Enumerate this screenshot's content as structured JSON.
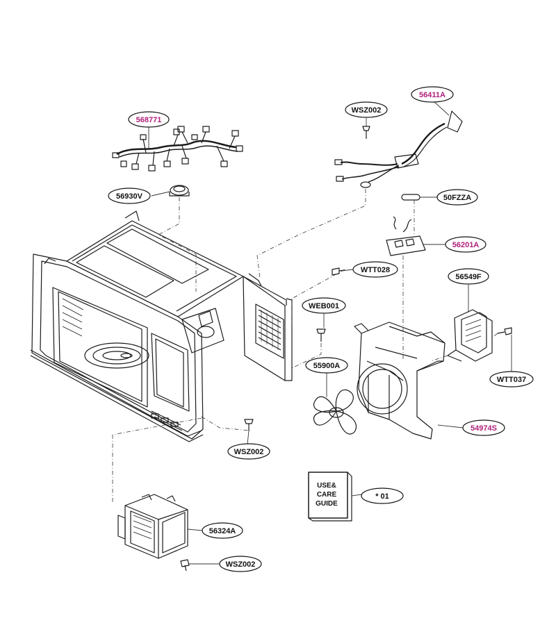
{
  "colors": {
    "line": "#1a1a1a",
    "label_black": "#111111",
    "label_magenta": "#b0207a",
    "leader": "#333333"
  },
  "callouts": [
    {
      "id": "568771",
      "text": "568771",
      "highlight": true
    },
    {
      "id": "56411A",
      "text": "56411A",
      "highlight": true
    },
    {
      "id": "WSZ002_top",
      "text": "WSZ002",
      "highlight": false
    },
    {
      "id": "56930V",
      "text": "56930V",
      "highlight": false
    },
    {
      "id": "50FZZA",
      "text": "50FZZA",
      "highlight": false
    },
    {
      "id": "56201A",
      "text": "56201A",
      "highlight": true
    },
    {
      "id": "WTT028",
      "text": "WTT028",
      "highlight": false
    },
    {
      "id": "56549F",
      "text": "56549F",
      "highlight": false
    },
    {
      "id": "WEB001",
      "text": "WEB001",
      "highlight": false
    },
    {
      "id": "55900A",
      "text": "55900A",
      "highlight": false
    },
    {
      "id": "WTT037",
      "text": "WTT037",
      "highlight": false
    },
    {
      "id": "54974S",
      "text": "54974S",
      "highlight": true
    },
    {
      "id": "WSZ002_mid",
      "text": "WSZ002",
      "highlight": false
    },
    {
      "id": "01",
      "text": "* 01",
      "highlight": false
    },
    {
      "id": "56324A",
      "text": "56324A",
      "highlight": false
    },
    {
      "id": "WSZ002_bot",
      "text": "WSZ002",
      "highlight": false
    }
  ],
  "manual": {
    "line1": "USE&",
    "line2": "CARE",
    "line3": "GUIDE"
  }
}
